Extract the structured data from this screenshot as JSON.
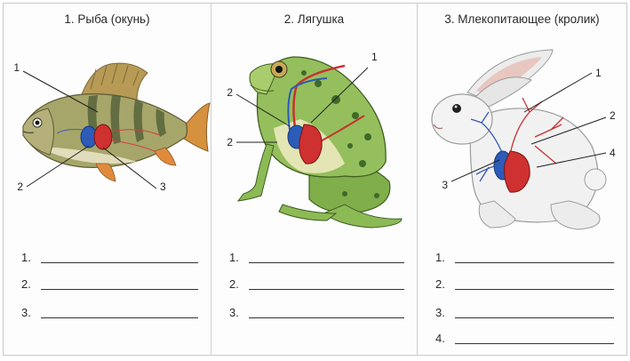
{
  "panels": [
    {
      "title": "1. Рыба (окунь)",
      "callouts": [
        "1",
        "2",
        "3"
      ],
      "answers": [
        "1.",
        "2.",
        "3."
      ]
    },
    {
      "title": "2. Лягушка",
      "callouts": [
        "1",
        "2",
        "2"
      ],
      "answers": [
        "1.",
        "2.",
        "3."
      ]
    },
    {
      "title": "3. Млекопитающее (кролик)",
      "callouts": [
        "1",
        "2",
        "3",
        "4"
      ],
      "answers": [
        "1.",
        "2.",
        "3.",
        "4."
      ]
    }
  ]
}
